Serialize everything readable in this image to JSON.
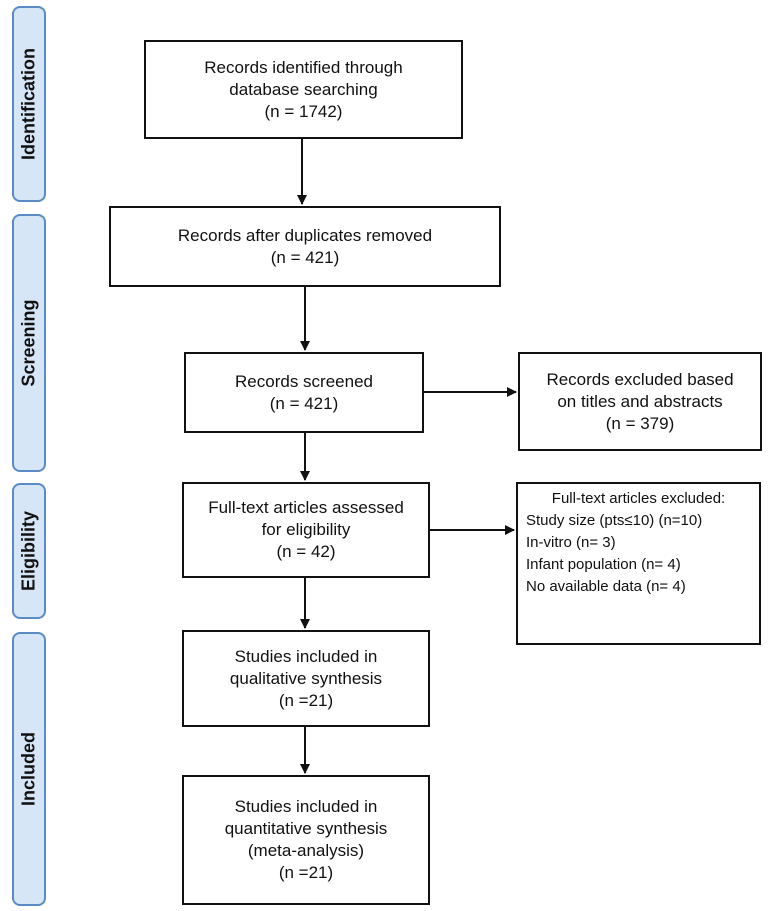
{
  "stages": {
    "identification": "Identification",
    "screening": "Screening",
    "eligibility": "Eligibility",
    "included": "Included"
  },
  "boxes": {
    "identified": {
      "line1": "Records identified through",
      "line2": "database searching",
      "line3": "(n = 1742)"
    },
    "after_duplicates": {
      "line1": "Records after duplicates removed",
      "line2": "(n = 421)"
    },
    "screened": {
      "line1": "Records screened",
      "line2": "(n = 421)"
    },
    "excluded_titles": {
      "line1": "Records excluded based",
      "line2": "on titles and abstracts",
      "line3": "(n = 379)"
    },
    "fulltext": {
      "line1": "Full-text articles assessed",
      "line2": "for eligibility",
      "line3": "(n = 42)"
    },
    "fulltext_excluded": {
      "heading": "Full-text articles excluded:",
      "items": [
        "Study size (pts≤10) (n=10)",
        "In-vitro (n= 3)",
        "Infant population (n= 4)",
        "No available data (n= 4)"
      ]
    },
    "qualitative": {
      "line1": "Studies included in",
      "line2": "qualitative synthesis",
      "line3": "(n =21)"
    },
    "quantitative": {
      "line1": "Studies included in",
      "line2": "quantitative synthesis",
      "line3": "(meta-analysis)",
      "line4": "(n =21)"
    }
  }
}
